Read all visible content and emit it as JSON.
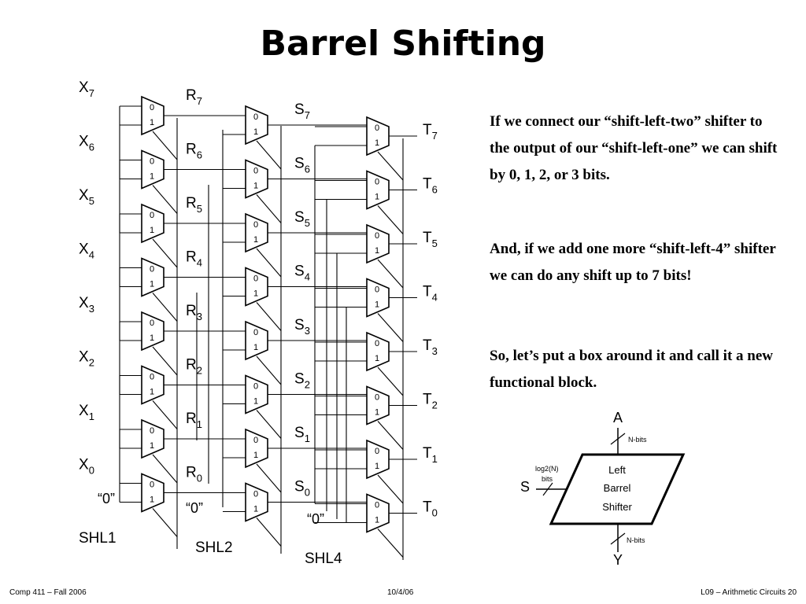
{
  "title": "Barrel Shifting",
  "paragraphs": [
    "If we connect our “shift-left-two” shifter to the output of our “shift-left-one” we can shift by 0, 1, 2, or 3 bits.",
    "And, if we add one more “shift-left-4” shifter we can do any shift up to 7 bits!",
    "So, let’s put a box around it and call it a new functional block."
  ],
  "circuit": {
    "stage_labels": {
      "x": [
        "X7",
        "X6",
        "X5",
        "X4",
        "X3",
        "X2",
        "X1",
        "X0"
      ],
      "r": [
        "R7",
        "R6",
        "R5",
        "R4",
        "R3",
        "R2",
        "R1",
        "R0"
      ],
      "s": [
        "S7",
        "S6",
        "S5",
        "S4",
        "S3",
        "S2",
        "S1",
        "S0"
      ],
      "t": [
        "T7",
        "T6",
        "T5",
        "T4",
        "T3",
        "T2",
        "T1",
        "T0"
      ]
    },
    "mux_input_labels": [
      "0",
      "1"
    ],
    "zero_input": "“0”",
    "controls": [
      "SHL1",
      "SHL2",
      "SHL4"
    ]
  },
  "block": {
    "input_a": "A",
    "output_y": "Y",
    "shift_input": "S",
    "lines": [
      "Left",
      "Barrel",
      "Shifter"
    ],
    "a_bus": "N-bits",
    "y_bus": "N-bits",
    "s_bus_top": "log2(N)",
    "s_bus_bottom": "bits"
  },
  "footer": {
    "left": "Comp 411 – Fall 2006",
    "center": "10/4/06",
    "right": "L09 – Arithmetic Circuits   20"
  }
}
